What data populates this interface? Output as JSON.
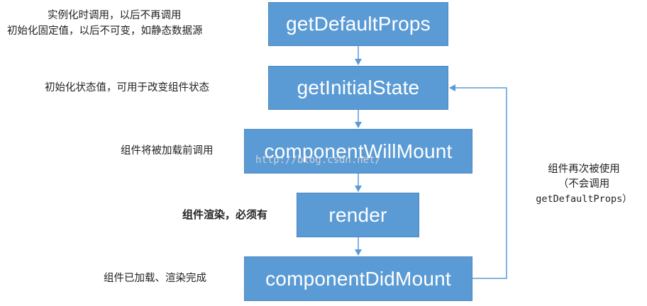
{
  "boxes": [
    {
      "id": "getDefaultProps",
      "label": "getDefaultProps"
    },
    {
      "id": "getInitialState",
      "label": "getInitialState"
    },
    {
      "id": "componentWillMount",
      "label": "componentWillMount"
    },
    {
      "id": "render",
      "label": "render"
    },
    {
      "id": "componentDidMount",
      "label": "componentDidMount"
    }
  ],
  "notes": {
    "default_props_line1": "实例化时调用，以后不再调用",
    "default_props_line2": "初始化固定值，以后不可变，如静态数据源",
    "initial_state": "初始化状态值，可用于改变组件状态",
    "will_mount": "组件将被加载前调用",
    "render": "组件渲染，必须有",
    "did_mount": "组件已加载、渲染完成"
  },
  "side_note": {
    "line1": "组件再次被使用",
    "line2": "（不会调用",
    "line3": "getDefaultProps）"
  },
  "watermark": "http://blog.csdn.net/",
  "colors": {
    "box_fill": "#5b9bd5",
    "box_text": "#ffffff",
    "arrow": "#5b9bd5"
  }
}
